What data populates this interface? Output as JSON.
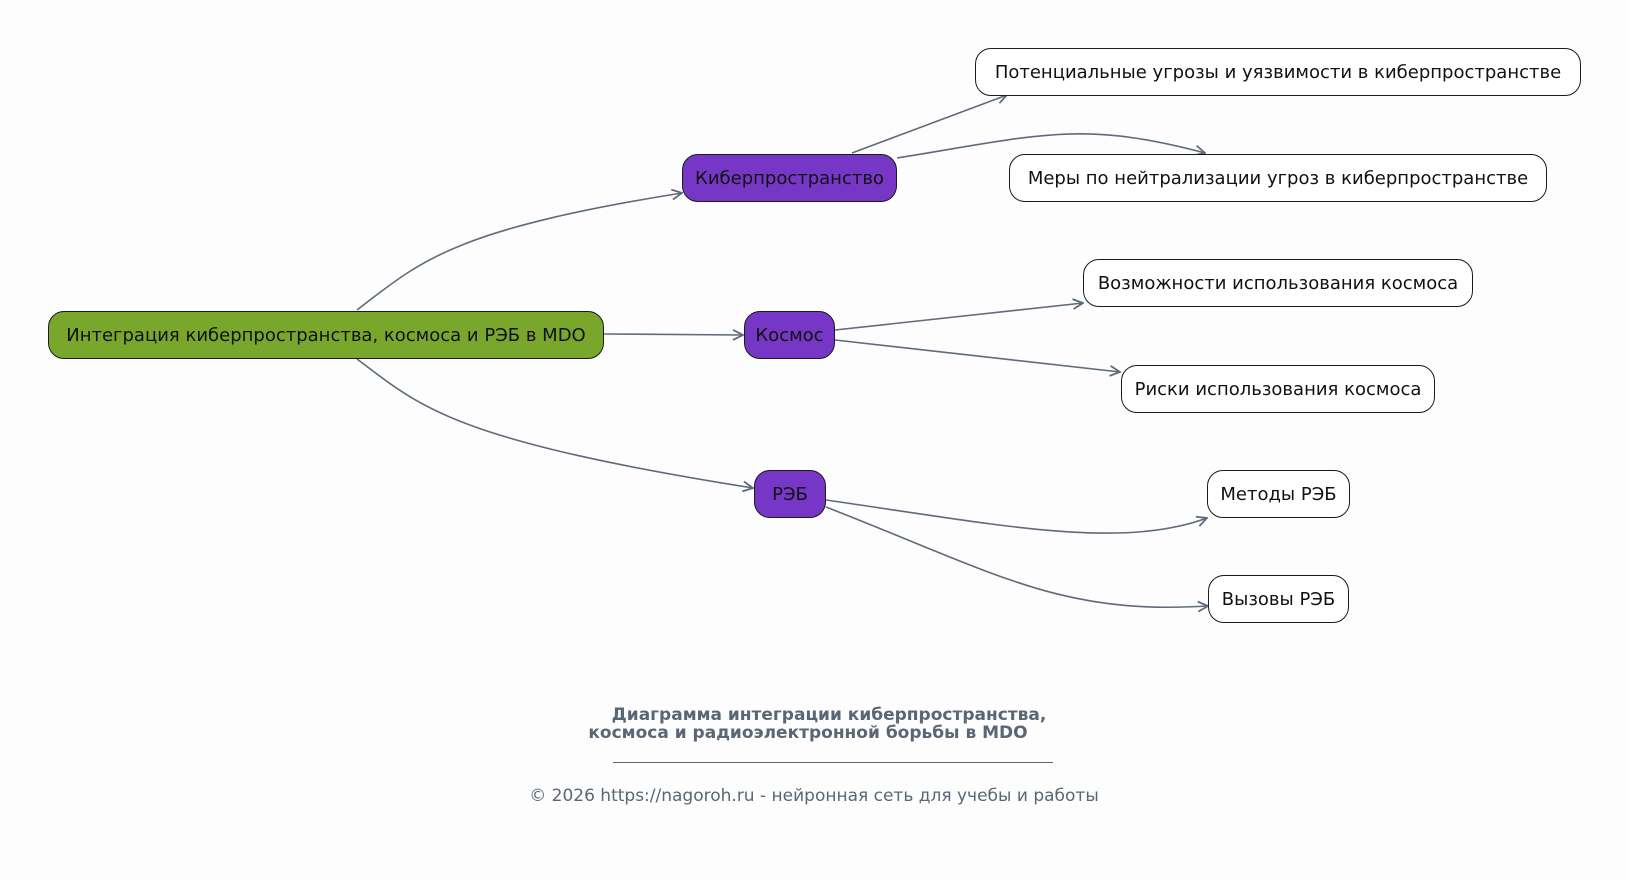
{
  "diagram": {
    "colors": {
      "root": "#79a72b",
      "category": "#7637c6",
      "leaf": "#ffffff",
      "edge": "#5f6b7a",
      "caption": "#5b6675",
      "background": "#fdfdfd"
    },
    "root": {
      "id": "root",
      "label": "Интеграция киберпространства, космоса и РЭБ в MDO"
    },
    "categories": [
      {
        "id": "cyber",
        "label": "Киберпространство"
      },
      {
        "id": "space",
        "label": "Космос"
      },
      {
        "id": "ew",
        "label": "РЭБ"
      }
    ],
    "leaves": [
      {
        "id": "cyber-threats",
        "parent": "cyber",
        "label": "Потенциальные угрозы и уязвимости в киберпространстве"
      },
      {
        "id": "cyber-measures",
        "parent": "cyber",
        "label": "Меры по нейтрализации угроз в киберпространстве"
      },
      {
        "id": "space-opps",
        "parent": "space",
        "label": "Возможности использования космоса"
      },
      {
        "id": "space-risks",
        "parent": "space",
        "label": "Риски использования космоса"
      },
      {
        "id": "ew-methods",
        "parent": "ew",
        "label": "Методы РЭБ"
      },
      {
        "id": "ew-challenges",
        "parent": "ew",
        "label": "Вызовы РЭБ"
      }
    ],
    "edges": [
      {
        "from": "root",
        "to": "cyber"
      },
      {
        "from": "root",
        "to": "space"
      },
      {
        "from": "root",
        "to": "ew"
      },
      {
        "from": "cyber",
        "to": "cyber-threats"
      },
      {
        "from": "cyber",
        "to": "cyber-measures"
      },
      {
        "from": "space",
        "to": "space-opps"
      },
      {
        "from": "space",
        "to": "space-risks"
      },
      {
        "from": "ew",
        "to": "ew-methods"
      },
      {
        "from": "ew",
        "to": "ew-challenges"
      }
    ]
  },
  "caption": {
    "title_line1": "Диаграмма интеграции киберпространства,",
    "title_line2": "космоса и радиоэлектронной борьбы в MDO",
    "footer": "© 2026 https://nagoroh.ru - нейронная сеть для учебы и работы"
  }
}
